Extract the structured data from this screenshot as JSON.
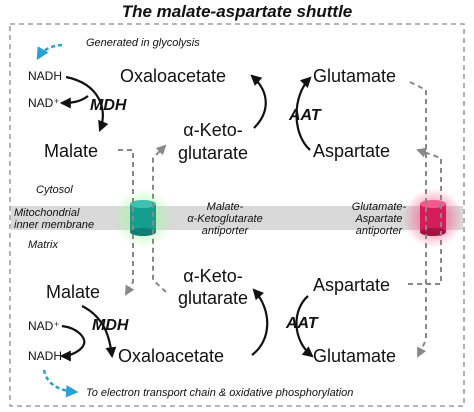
{
  "title": "The malate-aspartate shuttle",
  "notes": {
    "glycolysis": "Generated in glycolysis",
    "etc": "To electron transport chain & oxidative phosphorylation"
  },
  "compartments": {
    "cytosol": "Cytosol",
    "membrane_line1": "Mitochondrial",
    "membrane_line2": "inner membrane",
    "matrix": "Matrix"
  },
  "antiporters": {
    "left_line1": "Malate-",
    "left_line2": "α-Ketoglutarate",
    "left_line3": "antiporter",
    "right_line1": "Glutamate-",
    "right_line2": "Aspartate",
    "right_line3": "antiporter"
  },
  "cytosol": {
    "nadh": "NADH",
    "nad": "NAD⁺",
    "enzyme1": "MDH",
    "oxaloacetate": "Oxaloacetate",
    "malate": "Malate",
    "akg_line1": "α-Keto-",
    "akg_line2": "glutarate",
    "glutamate": "Glutamate",
    "aspartate": "Aspartate",
    "enzyme2": "AAT"
  },
  "matrix": {
    "malate": "Malate",
    "nad": "NAD⁺",
    "nadh": "NADH",
    "enzyme1": "MDH",
    "oxaloacetate": "Oxaloacetate",
    "akg_line1": "α-Keto-",
    "akg_line2": "glutarate",
    "aspartate": "Aspartate",
    "glutamate": "Glutamate",
    "enzyme2": "AAT"
  },
  "colors": {
    "left_antiporter": "#149e8e",
    "right_antiporter": "#d61b5a",
    "note_arrow": "#2a9fd8",
    "membrane": "#d9d9d9",
    "dashed": "#888888"
  }
}
